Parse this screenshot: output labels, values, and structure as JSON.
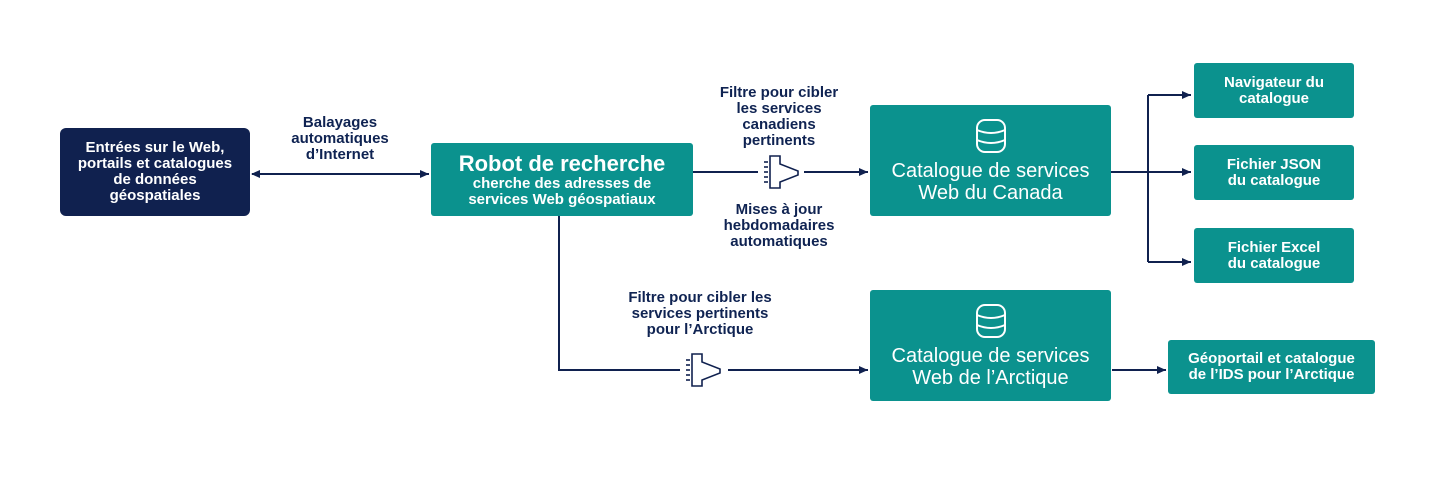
{
  "source_box": {
    "lines": [
      "Entrées sur le Web,",
      "portails et catalogues",
      "de données",
      "géospatiales"
    ]
  },
  "crawl_label": {
    "lines": [
      "Balayages",
      "automatiques",
      "d’Internet"
    ]
  },
  "robot_box": {
    "title": "Robot de recherche",
    "sub_lines": [
      "cherche des adresses de",
      "services Web géospatiaux"
    ]
  },
  "canada_filter_label": {
    "lines": [
      "Filtre pour cibler",
      "les services",
      "canadiens",
      "pertinents"
    ]
  },
  "weekly_update_label": {
    "lines": [
      "Mises à jour",
      "hebdomadaires",
      "automatiques"
    ]
  },
  "arctic_filter_label": {
    "lines": [
      "Filtre pour cibler les",
      "services pertinents",
      "pour l’Arctique"
    ]
  },
  "canada_catalog": {
    "icon": "database-icon",
    "lines": [
      "Catalogue de services",
      "Web du Canada"
    ]
  },
  "arctic_catalog": {
    "icon": "database-icon",
    "lines": [
      "Catalogue de services",
      "Web de l’Arctique"
    ]
  },
  "outputs": {
    "browser": [
      "Navigateur du",
      "catalogue"
    ],
    "json": [
      "Fichier JSON",
      "du catalogue"
    ],
    "excel": [
      "Fichier Excel",
      "du catalogue"
    ],
    "geoportal": [
      "Géoportail et catalogue",
      "de l’IDS pour l’Arctique"
    ]
  },
  "colors": {
    "navy": "#10214f",
    "teal": "#0b928e",
    "line": "#10214f",
    "text": "#0f2352"
  }
}
